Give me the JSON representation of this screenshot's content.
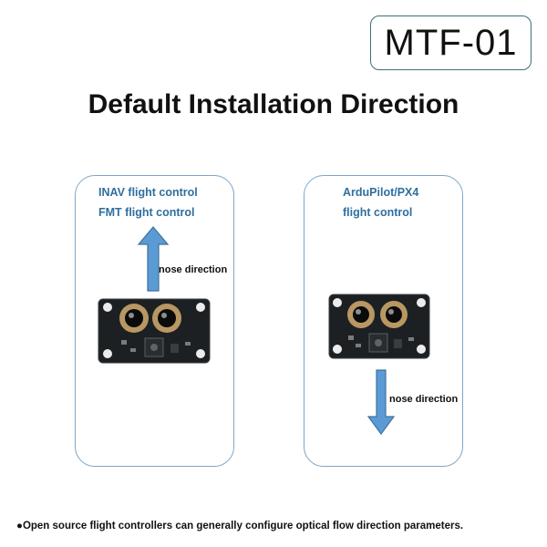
{
  "header": {
    "model": "MTF-01",
    "title": "Default Installation Direction"
  },
  "panels": [
    {
      "caption_line1": "INAV flight control",
      "caption_line2": "FMT flight control",
      "arrow_direction": "up",
      "arrow_label": "nose direction"
    },
    {
      "caption_line1": "ArduPilot/PX4",
      "caption_line2": "flight control",
      "arrow_direction": "down",
      "arrow_label": "nose direction"
    }
  ],
  "colors": {
    "caption_text": "#2f6f9e",
    "panel_border": "#7fa6c6",
    "arrow_fill": "#5b9bd5",
    "arrow_stroke": "#41719c",
    "badge_border": "#3d6f7e"
  },
  "footnote": "●Open source flight controllers can generally configure optical flow direction parameters."
}
